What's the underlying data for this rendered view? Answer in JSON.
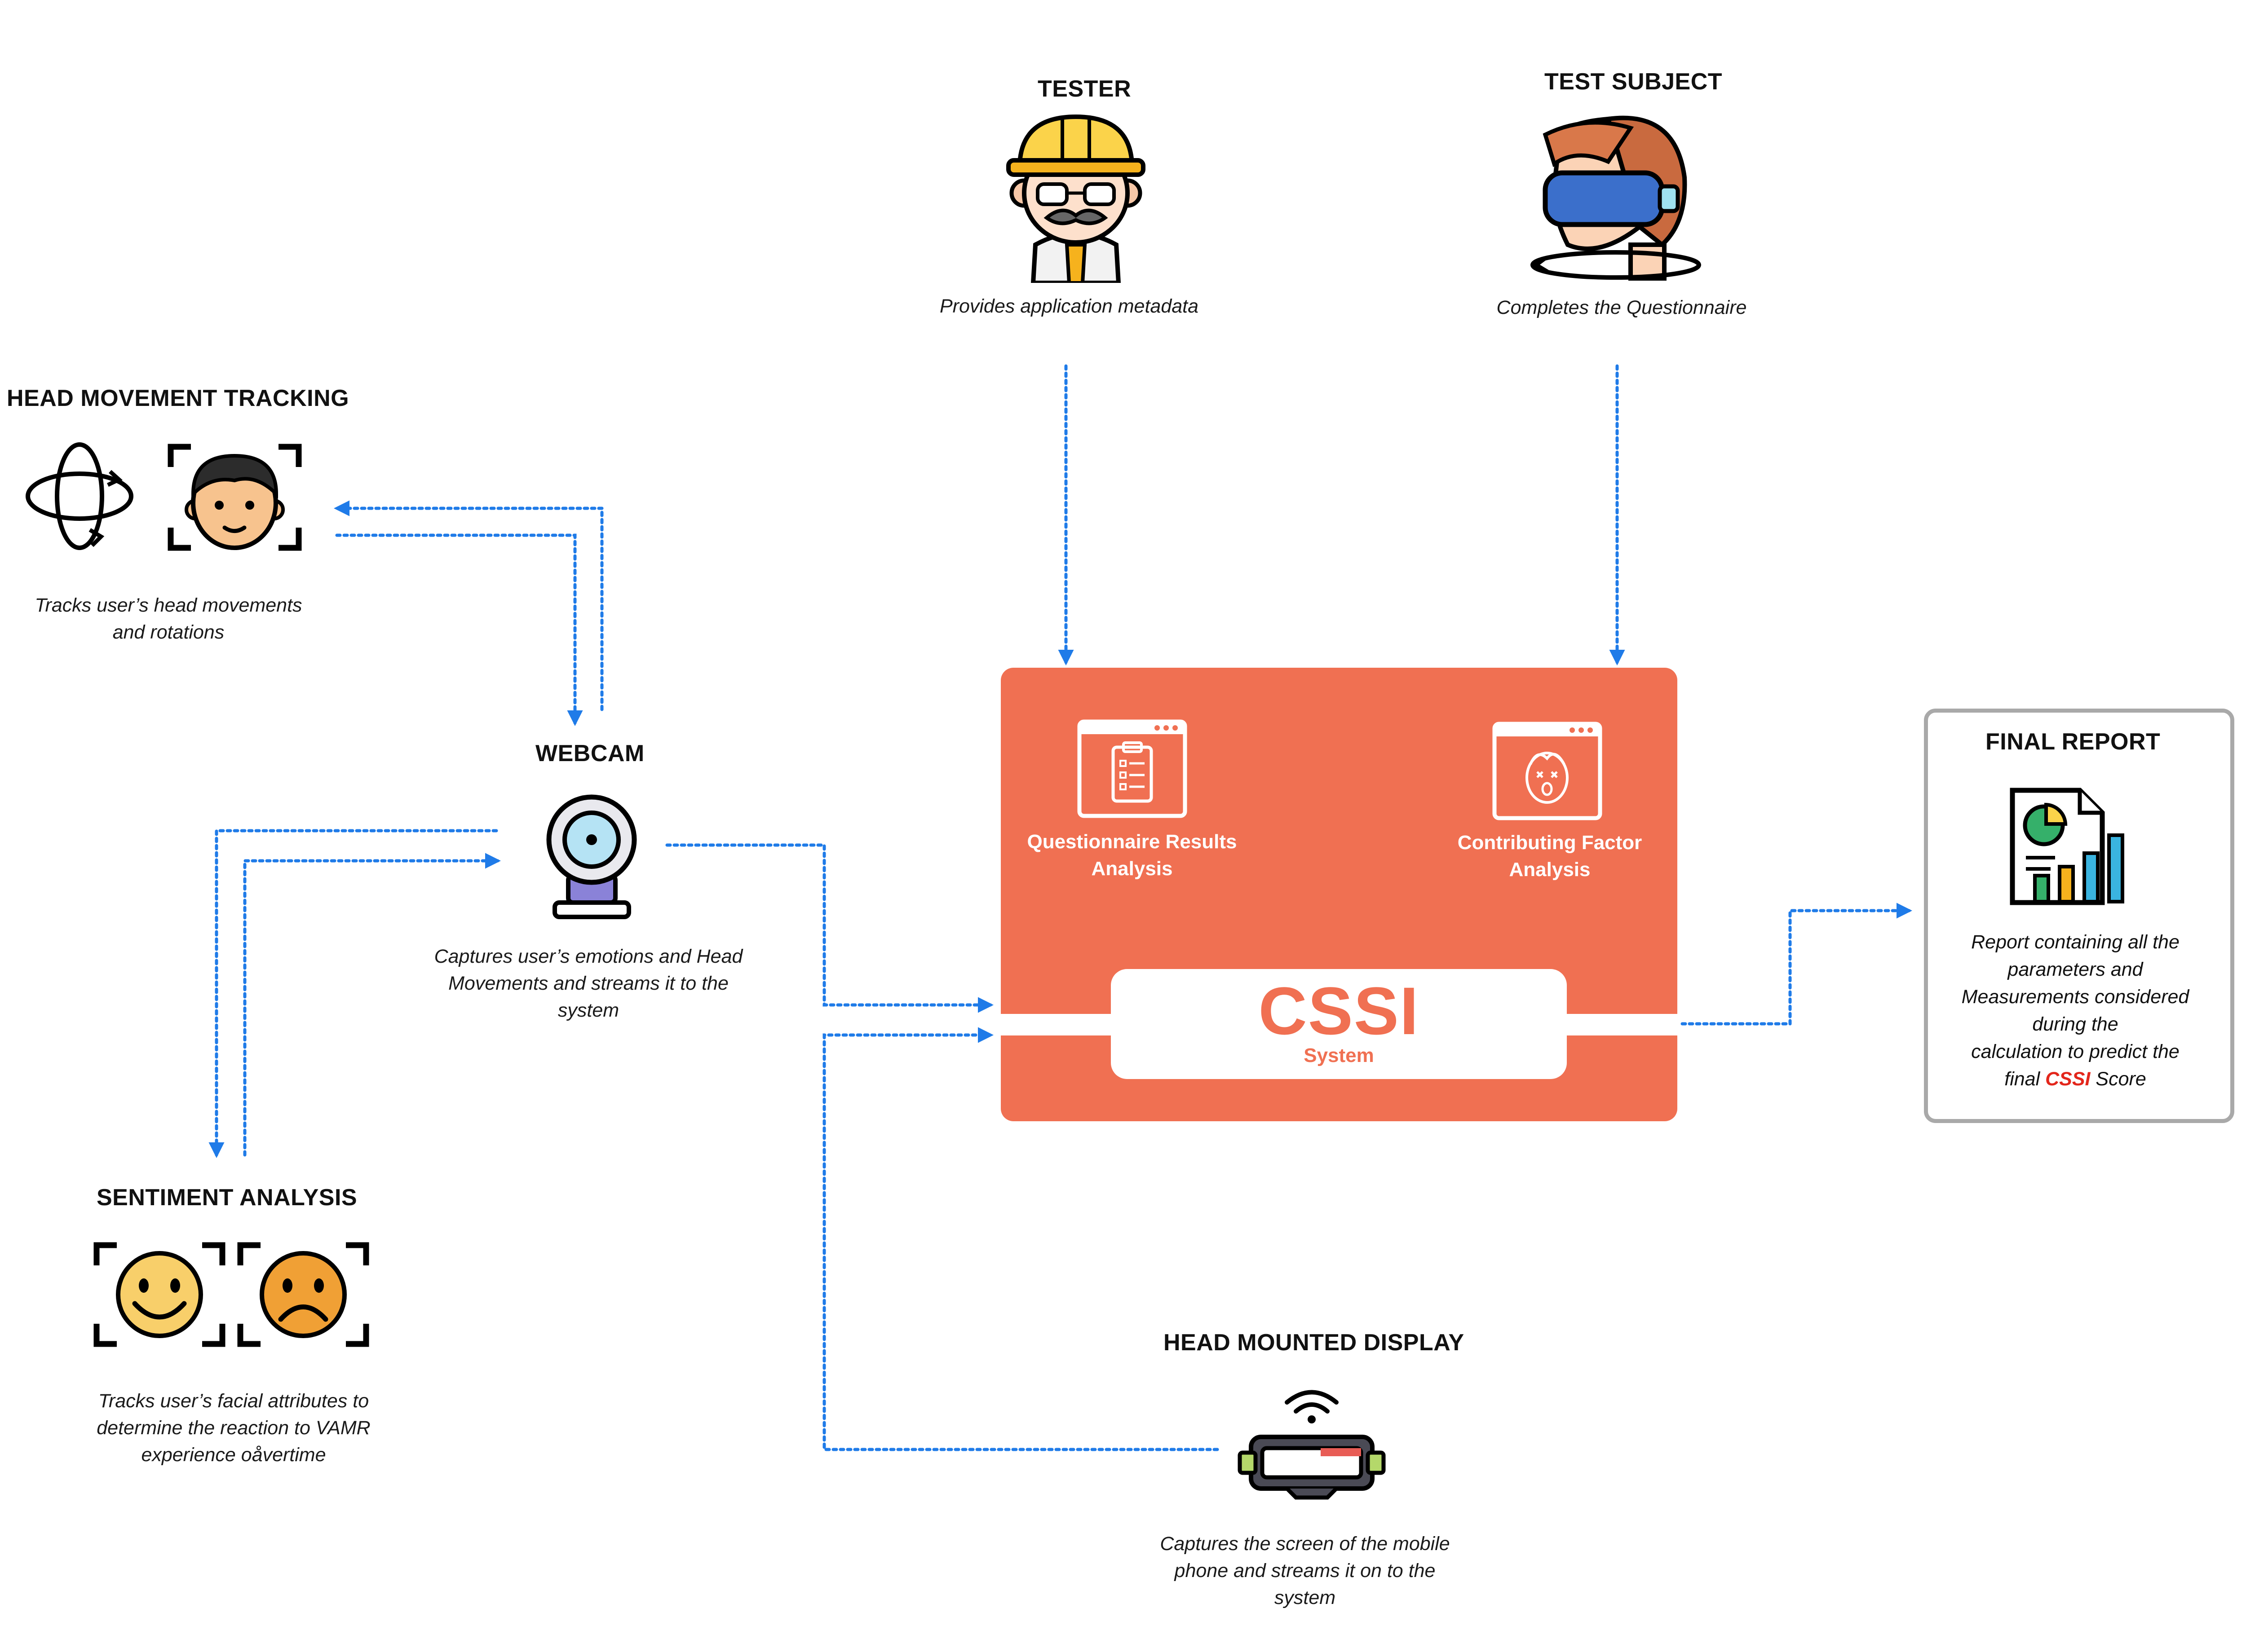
{
  "tester": {
    "title": "TESTER",
    "description": "Provides application metadata"
  },
  "test_subject": {
    "title": "TEST SUBJECT",
    "description": "Completes the Questionnaire"
  },
  "head_tracking": {
    "title": "HEAD MOVEMENT TRACKING",
    "description": "Tracks user’s head movements\nand rotations"
  },
  "webcam": {
    "title": "WEBCAM",
    "description": "Captures user’s emotions and Head\nMovements and streams it to the\nsystem"
  },
  "sentiment": {
    "title": "SENTIMENT ANALYSIS",
    "description": "Tracks user’s facial attributes to\ndetermine the reaction to VAMR\nexperience oåvertime"
  },
  "hmd": {
    "title": "HEAD MOUNTED DISPLAY",
    "description": "Captures the screen of the mobile\nphone and streams it on to the\nsystem"
  },
  "system": {
    "name": "CSSI",
    "subtitle": "System",
    "modules": [
      {
        "label": "Questionnaire Results\nAnalysis",
        "icon": "clipboard-window-icon"
      },
      {
        "label": "Contributing Factor\nAnalysis",
        "icon": "dizzy-face-window-icon"
      }
    ]
  },
  "final_report": {
    "title": "FINAL REPORT",
    "desc_line1": "Report containing all the",
    "desc_line2": "parameters and",
    "desc_line3": "Measurements considered",
    "desc_line4": "during the",
    "desc_line5": "calculation to predict the",
    "desc_pre": "final ",
    "desc_highlight": "CSSI",
    "desc_post": " Score"
  },
  "colors": {
    "system_orange": "#f07052",
    "connector_blue": "#1f7be8",
    "report_border": "#a9a9a9",
    "highlight_red": "#e3261b"
  }
}
